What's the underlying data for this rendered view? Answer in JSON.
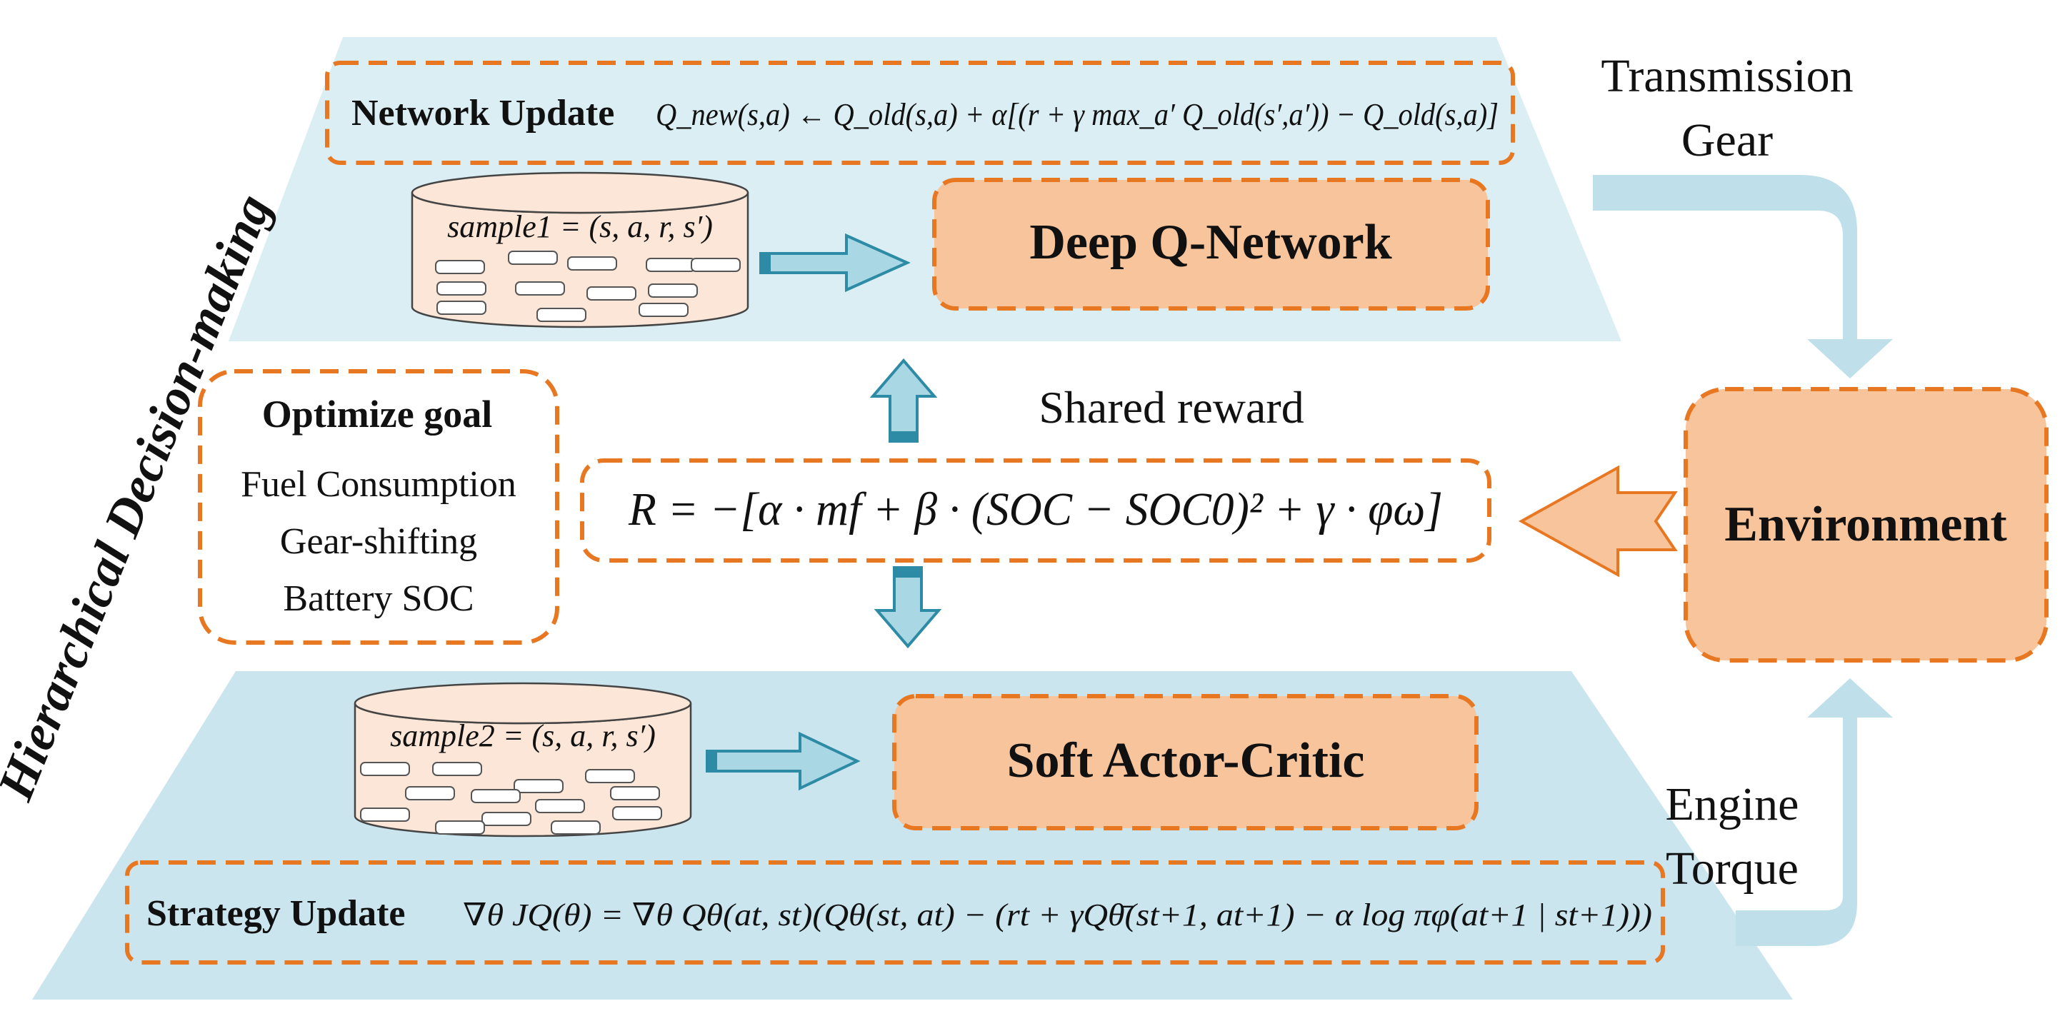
{
  "vertical_title": "Hierarchical Decision-making",
  "top_panel": {
    "update_label": "Network Update",
    "update_formula": "Q_new(s,a) ← Q_old(s,a) + α[(r + γ max_a′ Q_old(s′,a′)) − Q_old(s,a)]",
    "sample_label": "sample1 = (s, a, r, s′)",
    "network_label": "Deep Q-Network"
  },
  "bottom_panel": {
    "update_label": "Strategy Update",
    "update_formula": "∇θ JQ(θ) = ∇θ Qθ(at, st)(Qθ(st, at) − (rt + γQθ̄(st+1, at+1) − α log πφ(at+1 | st+1)))",
    "sample_label": "sample2 = (s, a, r, s′)",
    "network_label": "Soft Actor-Critic"
  },
  "goal_box": {
    "title": "Optimize goal",
    "items": [
      "Fuel Consumption",
      "Gear-shifting",
      "Battery SOC"
    ]
  },
  "reward": {
    "label": "Shared reward",
    "formula": "R = −[α · mf + β · (SOC − SOC0)² + γ · φω]"
  },
  "environment": {
    "label": "Environment"
  },
  "flows": {
    "top_output": [
      "Transmission",
      "Gear"
    ],
    "bottom_output": [
      "Engine",
      "Torque"
    ]
  },
  "colors": {
    "panel_fill": "#daeef3",
    "bottom_panel_fill": "#cbe5ee",
    "dashed_border": "#e87722",
    "box_fill": "#f8c49b",
    "cylinder_fill": "#fbe6d7",
    "arrow_blue": "#a9d7e3",
    "arrow_stroke": "#2e8ba5",
    "flow_arrow": "#bfdfeb",
    "orange_arrow": "#f8c49b"
  }
}
